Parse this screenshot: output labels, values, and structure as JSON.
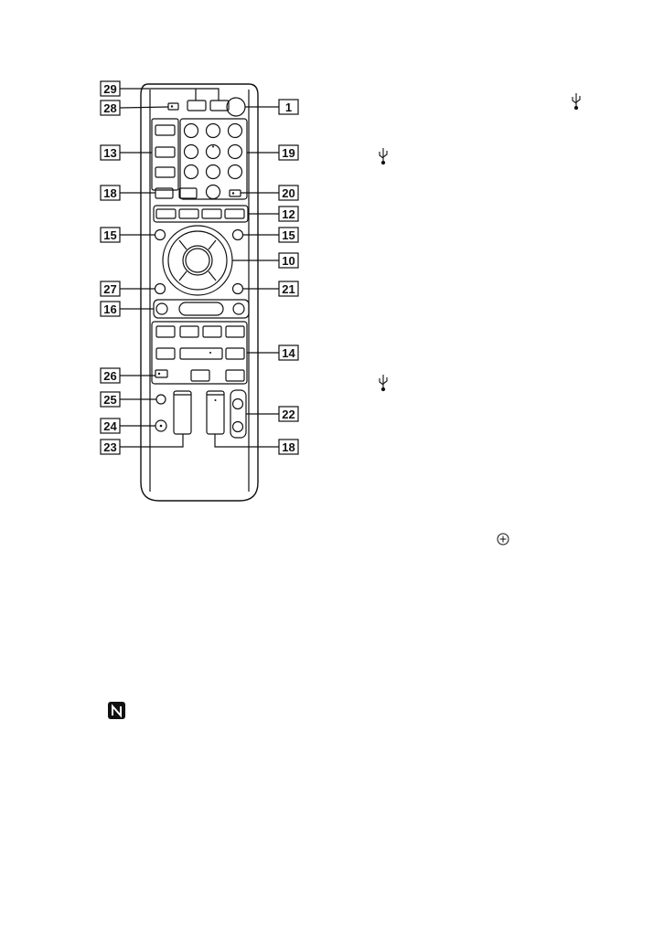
{
  "callouts": [
    "1",
    "10",
    "12",
    "13",
    "14",
    "15",
    "15",
    "16",
    "18",
    "18",
    "19",
    "20",
    "21",
    "22",
    "23",
    "24",
    "25",
    "26",
    "27",
    "28",
    "29"
  ],
  "icons": {
    "usb_top": "usb-icon",
    "usb_mid": "usb-icon",
    "usb_lower": "usb-icon",
    "circle_plus": "circle-plus-icon",
    "nfc": "n-mark-icon"
  },
  "colors": {
    "line": "#111111",
    "panel": "#ffffff"
  }
}
